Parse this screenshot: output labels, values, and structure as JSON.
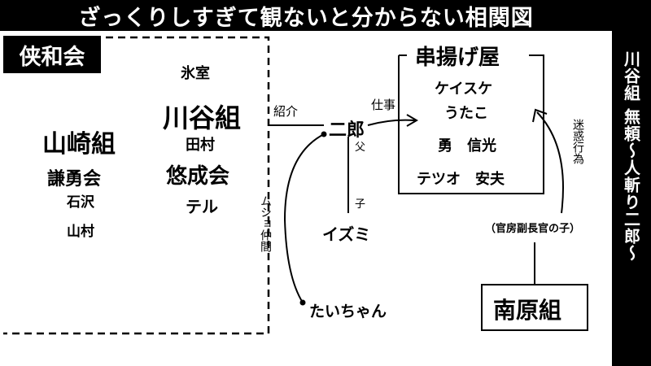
{
  "title": "ざっくりしすぎて観ないと分からない相関図",
  "side_label": "川谷組 無頼〜人斬り二郎〜",
  "kyowakai": {
    "label": "侠和会",
    "hikomuro": "氷室",
    "yamazaki_gumi": "山崎組",
    "kenyukai": "謙勇会",
    "ishizawa": "石沢",
    "yamamura": "山村",
    "kawatani_gumi": "川谷組",
    "tamura": "田村",
    "yuseikai": "悠成会",
    "teru": "テル"
  },
  "kushiage": {
    "label": "串揚げ屋",
    "members": [
      "ケイスケ",
      "うたこ",
      "勇　信光",
      "テツオ　安夫"
    ]
  },
  "people": {
    "jiro": "二郎",
    "izumi": "イズミ",
    "taichan": "たいちゃん"
  },
  "relations": {
    "shoukai": "紹介",
    "shigoto": "仕事",
    "chichi": "父",
    "ko": "子",
    "mushoyo": "ムショ仲間",
    "meiwaku": "迷惑行為"
  },
  "minamihara": {
    "label": "南原組",
    "note": "（官房副長官の子）"
  }
}
